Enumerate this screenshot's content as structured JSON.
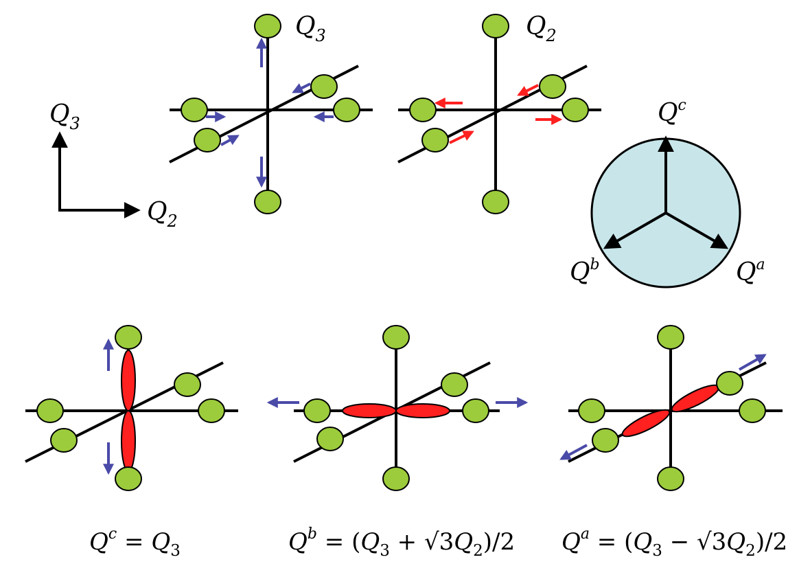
{
  "colors": {
    "atom_fill": "#9ccc3c",
    "atom_stroke": "#000000",
    "orbital_fill": "#ff2020",
    "arrow_blue": "#4a4aa8",
    "arrow_red": "#ff2020",
    "circle_fill": "#c8e6ea",
    "line": "#000000"
  },
  "labels": {
    "q3_main": "Q",
    "q3_sub": "3",
    "q2_main": "Q",
    "q2_sub": "2",
    "q3_mode_main": "Q",
    "q3_mode_sub": "3",
    "q2_mode_main": "Q",
    "q2_mode_sub": "2",
    "qc_main": "Q",
    "qc_sup": "c",
    "qb_main": "Q",
    "qb_sup": "b",
    "qa_main": "Q",
    "qa_sup": "a"
  },
  "equations": {
    "c": {
      "q": "Q",
      "sup": "c",
      "eq": " = ",
      "q2": "Q",
      "sub": "3"
    },
    "b": {
      "q": "Q",
      "sup": "b",
      "eq": " = ",
      "open": "(",
      "q3": "Q",
      "sub3": "3",
      "op": " + ",
      "sqrt": "√3",
      "q2": "Q",
      "sub2": "2",
      "close": ")",
      "div": "/2"
    },
    "a": {
      "q": "Q",
      "sup": "a",
      "eq": " = ",
      "open": "(",
      "q3": "Q",
      "sub3": "3",
      "op": " − ",
      "sqrt": "√3",
      "q2": "Q",
      "sub2": "2",
      "close": ")",
      "div": "/2"
    }
  },
  "icons": {
    "atom": "green-ellipse-icon",
    "orbital": "red-lobe-icon",
    "arrow": "arrow-icon"
  }
}
